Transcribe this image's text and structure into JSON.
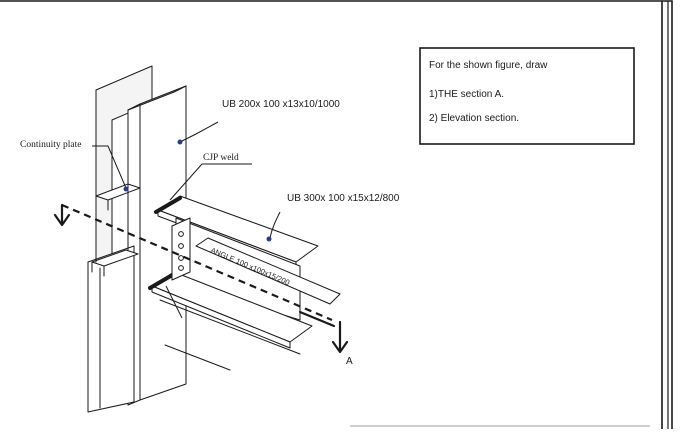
{
  "labels": {
    "continuity_plate": "Continuity plate",
    "column_section": "UB 200x 100 x13x10/1000",
    "cjp_weld": "CJP weld",
    "beam_section": "UB 300x 100 x15x12/800",
    "angle": "ANGLE 100 x100x15/200",
    "section_marker": "A"
  },
  "task_box": {
    "lines": [
      "For the shown figure, draw",
      "1)THE section A.",
      "2) Elevation section."
    ]
  },
  "colors": {
    "ink": "#1a1a1a",
    "leader_dot": "#1f3f8a",
    "background": "#ffffff"
  }
}
